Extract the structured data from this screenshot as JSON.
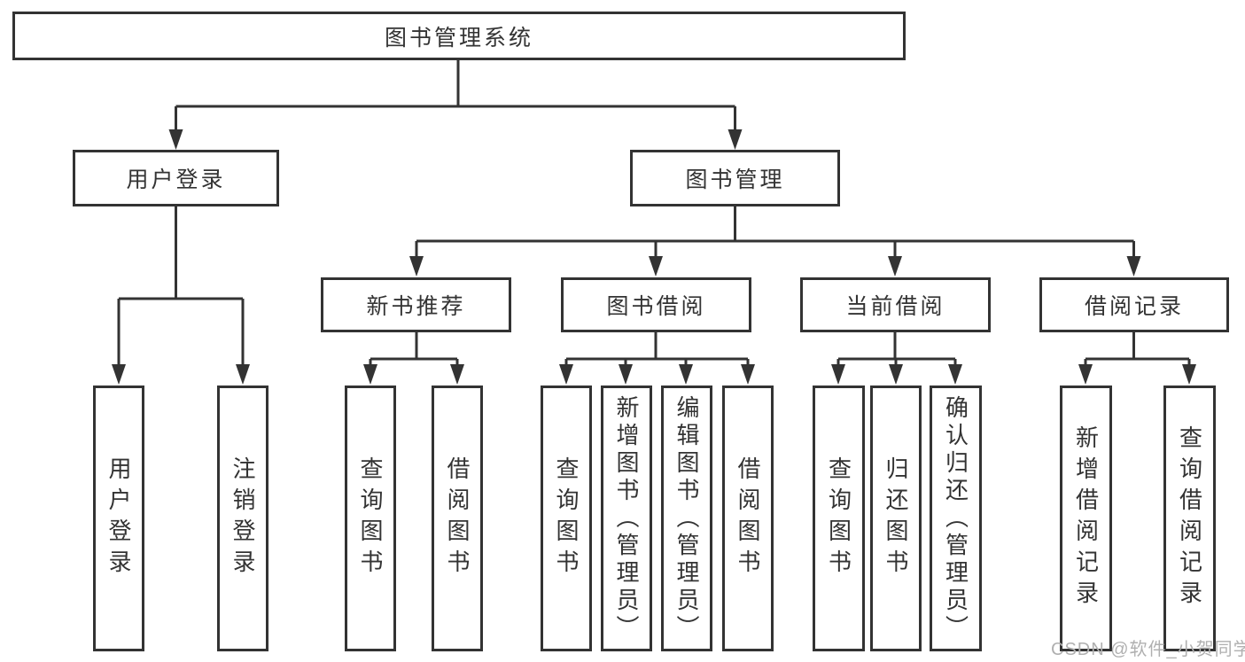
{
  "colors": {
    "line": "#333333",
    "box_border": "#333333",
    "box_background": "#ffffff",
    "text": "#333333",
    "watermark": "#b0b0b0",
    "page_background": "#ffffff"
  },
  "tree": {
    "label": "图书管理系统",
    "children": [
      {
        "label": "用户登录",
        "children": [
          {
            "label": "用户登录"
          },
          {
            "label": "注销登录"
          }
        ]
      },
      {
        "label": "图书管理",
        "children": [
          {
            "label": "新书推荐",
            "children": [
              {
                "label": "查询图书"
              },
              {
                "label": "借阅图书"
              }
            ]
          },
          {
            "label": "图书借阅",
            "children": [
              {
                "label": "查询图书"
              },
              {
                "label": "新增图书（管理员）"
              },
              {
                "label": "编辑图书（管理员）"
              },
              {
                "label": "借阅图书"
              }
            ]
          },
          {
            "label": "当前借阅",
            "children": [
              {
                "label": "查询图书"
              },
              {
                "label": "归还图书"
              },
              {
                "label": "确认归还（管理员）"
              }
            ]
          },
          {
            "label": "借阅记录",
            "children": [
              {
                "label": "新增借阅记录"
              },
              {
                "label": "查询借阅记录"
              }
            ]
          }
        ]
      }
    ]
  },
  "watermark": "CSDN @软件_小贺同学"
}
